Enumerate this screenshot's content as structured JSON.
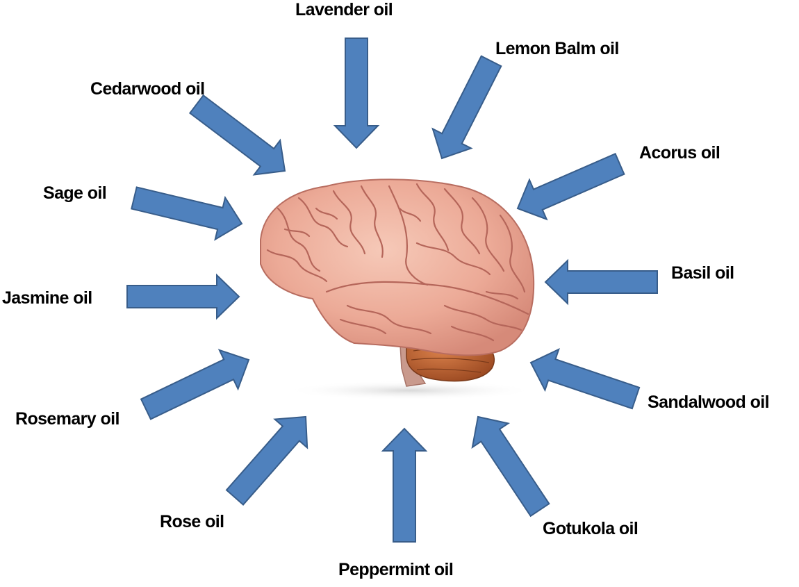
{
  "colors": {
    "arrow_fill": "#4f81bd",
    "arrow_stroke": "#385d8a",
    "label_text": "#000000",
    "background": "#ffffff"
  },
  "center_image": "human-brain",
  "labels": {
    "lavender": "Lavender oil",
    "lemon_balm": "Lemon Balm oil",
    "cedarwood": "Cedarwood oil",
    "acorus": "Acorus oil",
    "sage": "Sage oil",
    "basil": "Basil oil",
    "jasmine": "Jasmine oil",
    "sandalwood": "Sandalwood oil",
    "rosemary": "Rosemary oil",
    "rose": "Rose oil",
    "gotukola": "Gotukola oil",
    "peppermint": "Peppermint oil"
  }
}
